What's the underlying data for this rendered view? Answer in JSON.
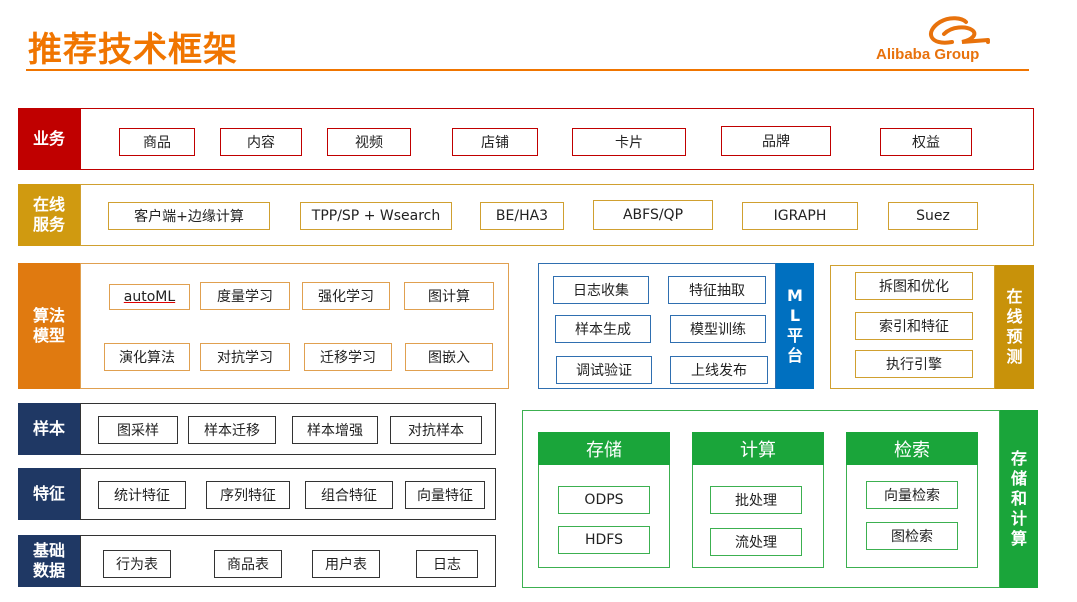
{
  "header": {
    "topline": "",
    "title": "推荐技术框架",
    "logo_text": "Alibaba Group",
    "colors": {
      "title": "#f07500",
      "rule": "#f07500"
    }
  },
  "rows": {
    "business": {
      "label": "业务",
      "items": [
        "商品",
        "内容",
        "视频",
        "店铺",
        "卡片",
        "品牌",
        "权益"
      ]
    },
    "online_service": {
      "label": "在线服务",
      "items": [
        "客户端+边缘计算",
        "TPP/SP + Wsearch",
        "BE/HA3",
        "ABFS/QP",
        "IGRAPH",
        "Suez"
      ]
    },
    "algorithm": {
      "label": "算法模型",
      "items": [
        "autoML",
        "度量学习",
        "强化学习",
        "图计算",
        "演化算法",
        "对抗学习",
        "迁移学习",
        "图嵌入"
      ]
    },
    "sample": {
      "label": "样本",
      "items": [
        "图采样",
        "样本迁移",
        "样本增强",
        "对抗样本"
      ]
    },
    "feature": {
      "label": "特征",
      "items": [
        "统计特征",
        "序列特征",
        "组合特征",
        "向量特征"
      ]
    },
    "base_data": {
      "label": "基础数据",
      "items": [
        "行为表",
        "商品表",
        "用户表",
        "日志"
      ]
    }
  },
  "ml_platform": {
    "label": "ML平台",
    "items": [
      "日志收集",
      "特征抽取",
      "样本生成",
      "模型训练",
      "调试验证",
      "上线发布"
    ]
  },
  "online_prediction": {
    "label": "在线预测",
    "items": [
      "拆图和优化",
      "索引和特征",
      "执行引擎"
    ]
  },
  "storage_compute": {
    "label": "存储和计算",
    "groups": [
      {
        "title": "存储",
        "items": [
          "ODPS",
          "HDFS"
        ]
      },
      {
        "title": "计算",
        "items": [
          "批处理",
          "流处理"
        ]
      },
      {
        "title": "检索",
        "items": [
          "向量检索",
          "图检索"
        ]
      }
    ]
  },
  "colors": {
    "business": "#c00000",
    "online": "#d09a10",
    "algorithm": "#e07a10",
    "dark": "#1f3864",
    "ml": "#0070c0",
    "predict": "#c8920a",
    "storage": "#1aa53a"
  }
}
